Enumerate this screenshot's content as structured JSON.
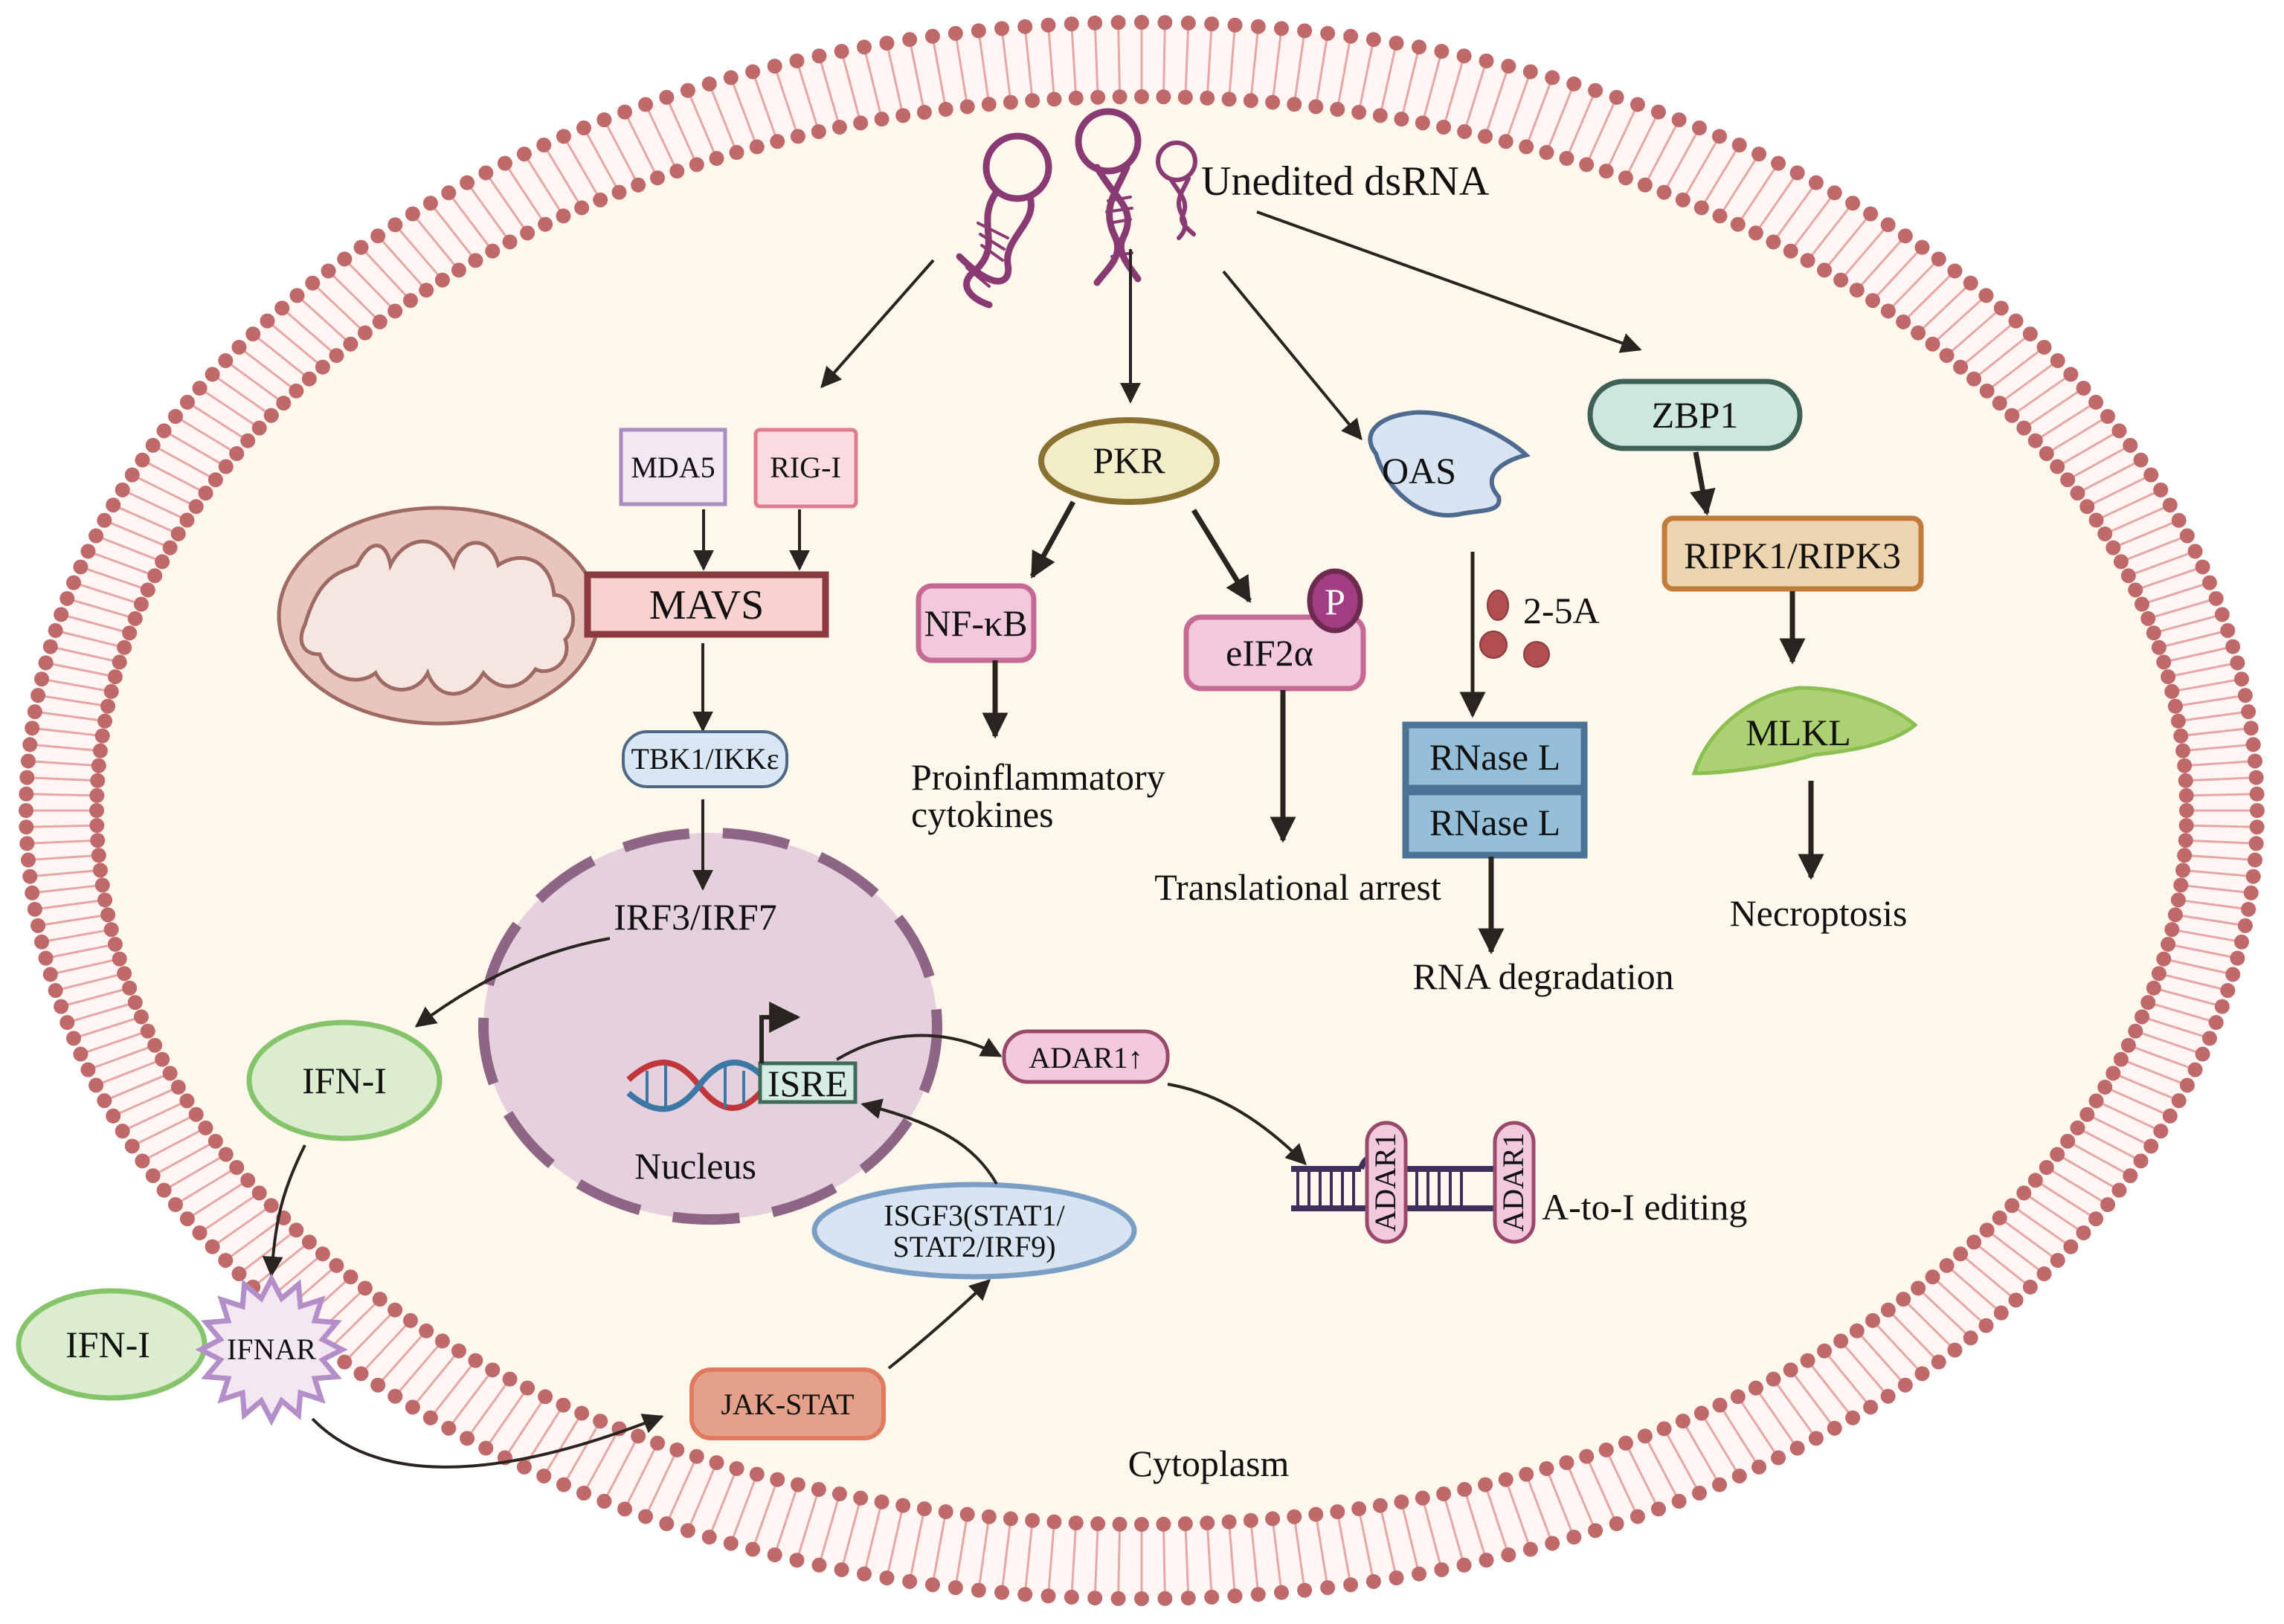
{
  "title": "Unedited dsRNA sensing pathways and ADAR1 A-to-I editing",
  "colors": {
    "membrane_head": "#c0696a",
    "membrane_tail": "#e7a6a6",
    "cytoplasm": "#fef8ec",
    "nucleus_fill": "#e5d0dd",
    "nucleus_border": "#8d6585",
    "rna": "#8a3a72",
    "arrow": "#2a2421"
  },
  "labels": {
    "dsrna": "Unedited dsRNA",
    "cytoplasm": "Cytoplasm",
    "nucleus": "Nucleus"
  },
  "nodes": {
    "mda5": "MDA5",
    "rigi": "RIG-I",
    "mavs": "MAVS",
    "tbk1": "TBK1/IKKε",
    "irf": "IRF3/IRF7",
    "ifn_inner": "IFN-I",
    "ifn_outer": "IFN-I",
    "ifnar": "IFNAR",
    "jakstat": "JAK-STAT",
    "isgf3_line1": "ISGF3(STAT1/",
    "isgf3_line2": "STAT2/IRF9)",
    "isre": "ISRE",
    "adar1_up": "ADAR1↑",
    "adar1_a": "ADAR1",
    "adar1_b": "ADAR1",
    "pkr": "PKR",
    "nfkb": "NF-κB",
    "eif2a": "eIF2α",
    "phospho": "P",
    "oas": "OAS",
    "two5a": "2-5A",
    "rnasel_1": "RNase L",
    "rnasel_2": "RNase L",
    "zbp1": "ZBP1",
    "ripk": "RIPK1/RIPK3",
    "mlkl": "MLKL"
  },
  "outcomes": {
    "proinflam_1": "Proinflammatory",
    "proinflam_2": "cytokines",
    "translational": "Translational arrest",
    "rna_degradation": "RNA degradation",
    "necroptosis": "Necroptosis",
    "editing": "A-to-I editing"
  }
}
